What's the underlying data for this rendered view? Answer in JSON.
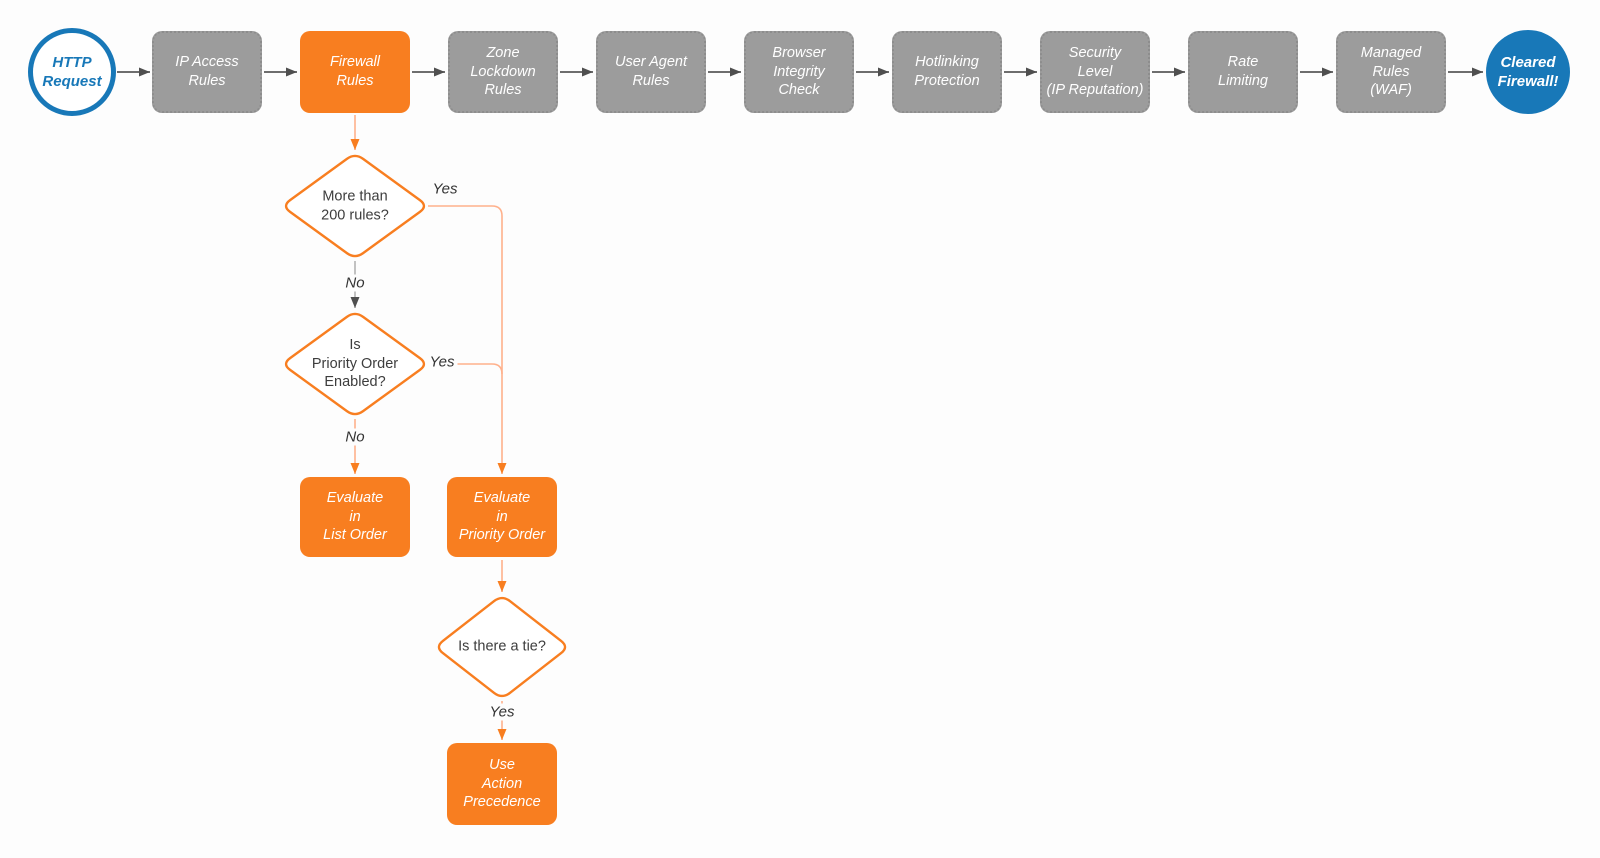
{
  "flow": {
    "start": "HTTP\nRequest",
    "end": "Cleared\nFirewall!",
    "stages": [
      "IP Access\nRules",
      "Firewall\nRules",
      "Zone\nLockdown\nRules",
      "User Agent\nRules",
      "Browser\nIntegrity\nCheck",
      "Hotlinking\nProtection",
      "Security\nLevel\n(IP Reputation)",
      "Rate\nLimiting",
      "Managed\nRules\n(WAF)"
    ],
    "decisions": {
      "rule_count": "More than\n200 rules?",
      "priority_enabled": "Is\nPriority Order\nEnabled?",
      "tie": "Is there a tie?"
    },
    "actions": {
      "list_order": "Evaluate\nin\nList Order",
      "priority_order": "Evaluate\nin\nPriority Order",
      "action_precedence": "Use\nAction\nPrecedence"
    },
    "edge_labels": {
      "d1_yes": "Yes",
      "d1_no": "No",
      "d2_yes": "Yes",
      "d2_no": "No",
      "d3_yes": "Yes"
    }
  },
  "colors": {
    "accent_orange": "#f87e20",
    "connector_orange_light": "#ffb18c",
    "node_gray": "#9c9c9c",
    "connector_gray": "#5a5a5a",
    "arrowhead_gray": "#4f4f4f",
    "brand_blue": "#1878b8",
    "text_dark": "#3d3d3d"
  }
}
